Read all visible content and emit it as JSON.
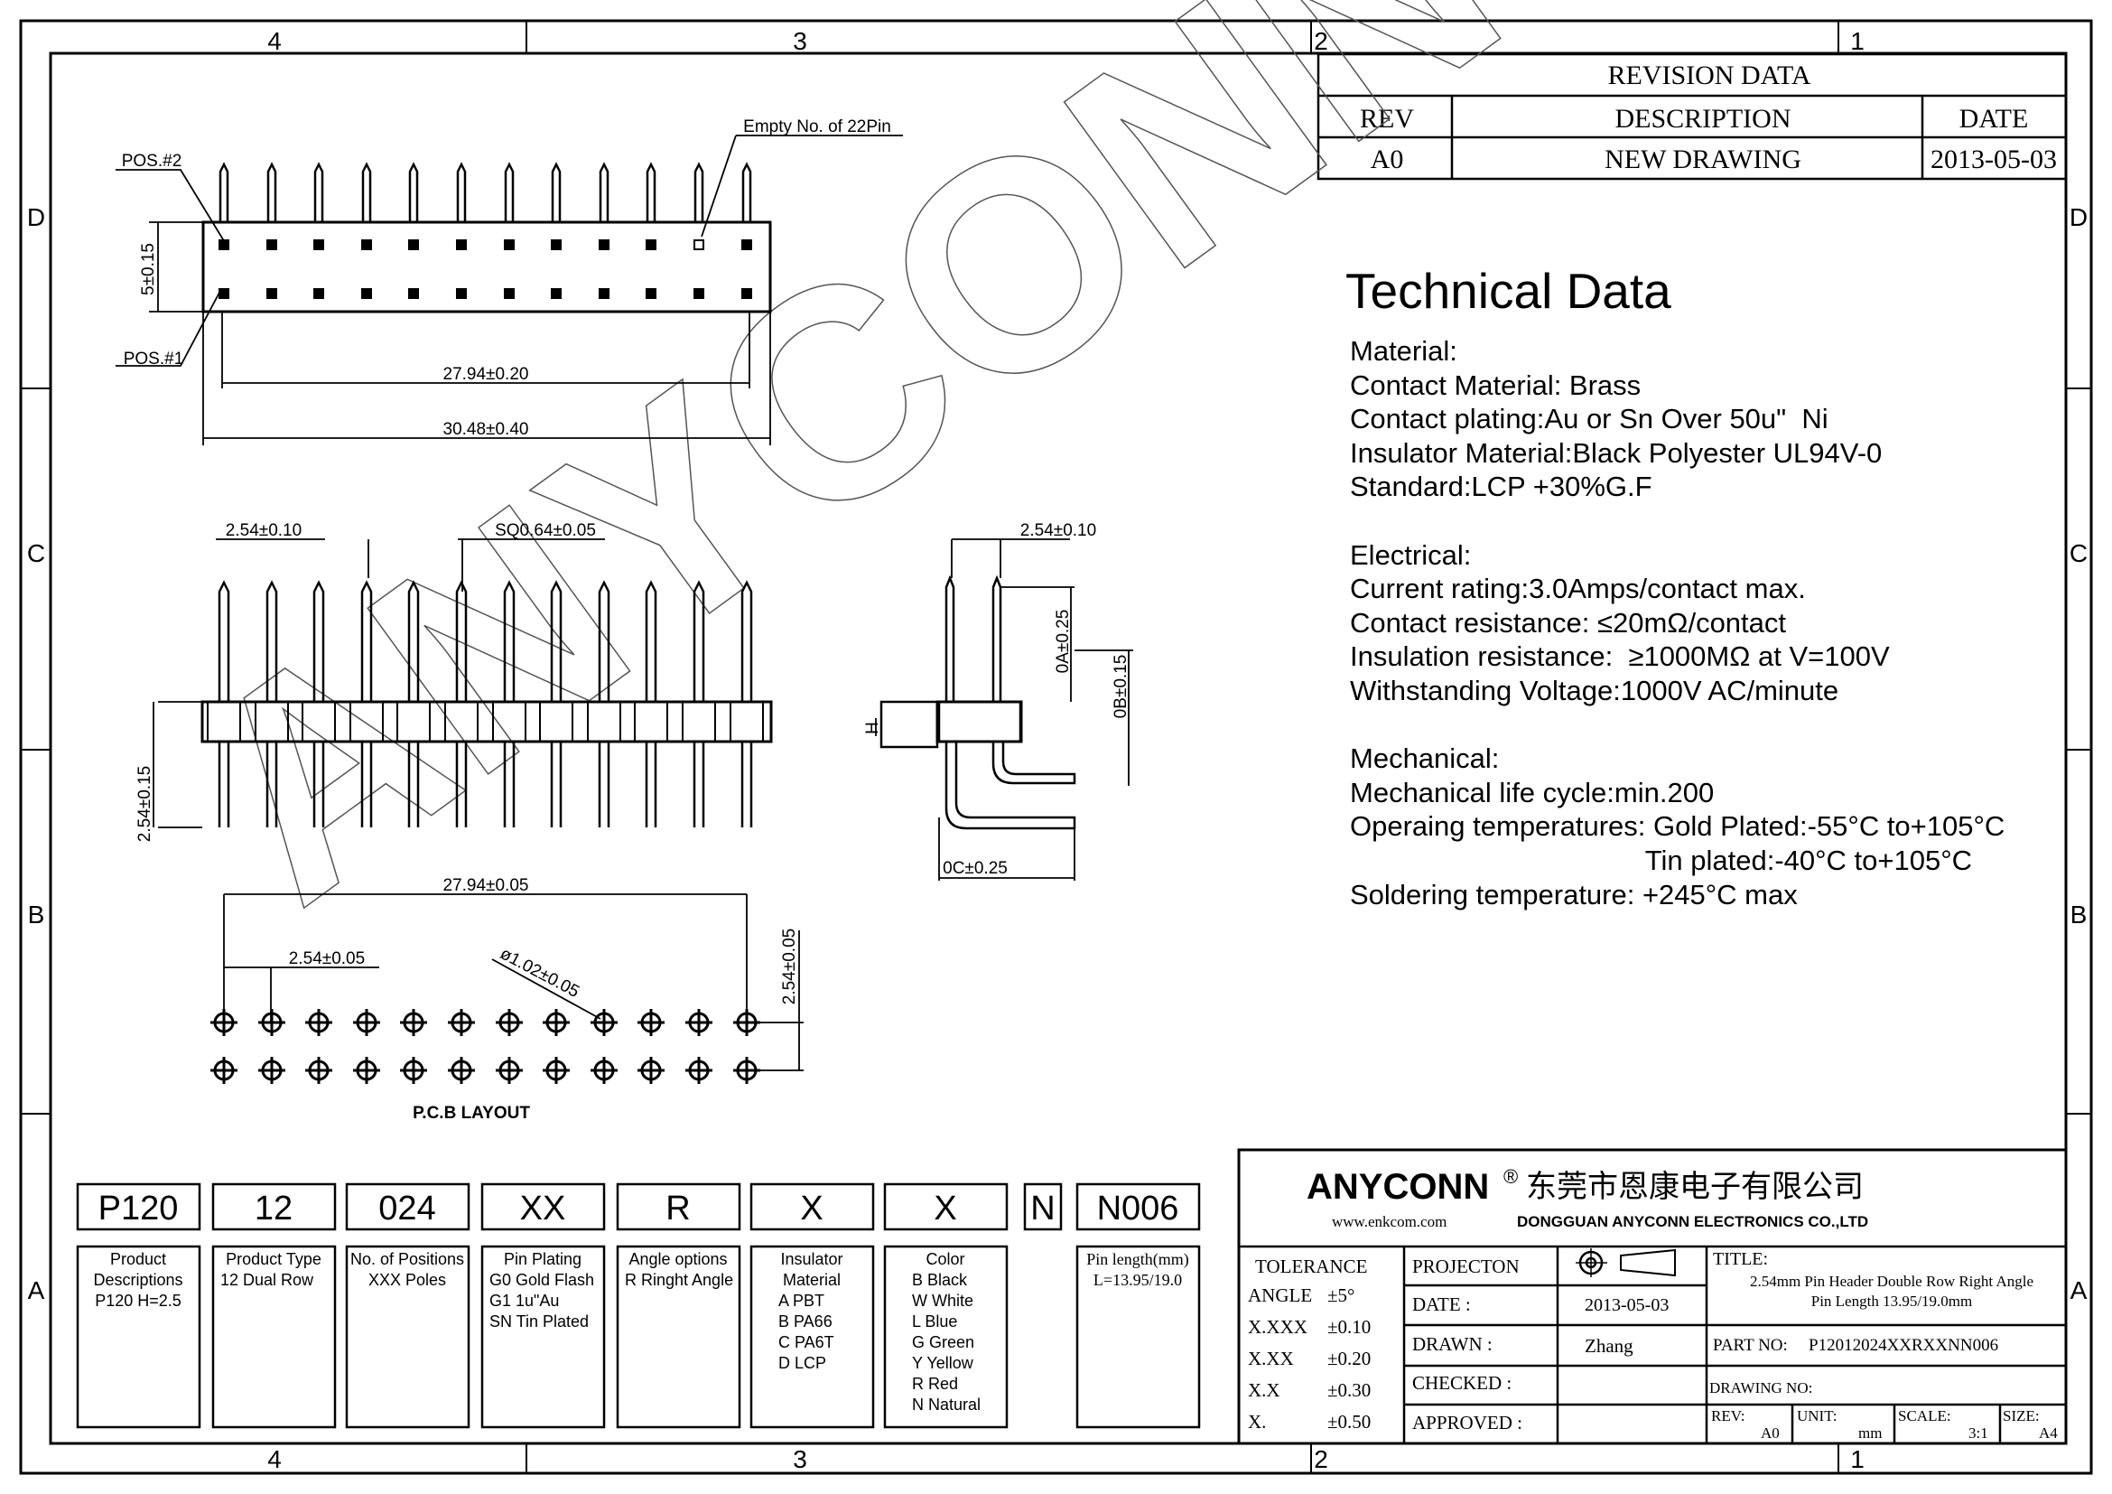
{
  "frame": {
    "zones_top": [
      "4",
      "3",
      "2",
      "1"
    ],
    "zones_bottom": [
      "4",
      "3",
      "2",
      "1"
    ],
    "rows_left": [
      "D",
      "C",
      "B",
      "A"
    ],
    "rows_right": [
      "D",
      "C",
      "B",
      "A"
    ]
  },
  "revision": {
    "title": "REVISION DATA",
    "headers": [
      "REV",
      "DESCRIPTION",
      "DATE"
    ],
    "row": [
      "A0",
      "NEW DRAWING",
      "2013-05-03"
    ]
  },
  "technical": {
    "title": "Technical Data",
    "lines": [
      "Material:",
      "Contact Material: Brass",
      "Contact plating:Au or Sn Over 50u\"  Ni",
      "Insulator Material:Black Polyester UL94V-0",
      "Standard:LCP +30%G.F",
      "",
      "Electrical:",
      "Current rating:3.0Amps/contact max.",
      "Contact resistance: ≤20mΩ/contact",
      "Insulation resistance:  ≥1000MΩ at V=100V",
      "Withstanding Voltage:1000V AC/minute",
      "",
      "Mechanical:",
      "Mechanical life cycle:min.200",
      "Operaing temperatures: Gold Plated:-55°C to+105°C",
      "                                      Tin plated:-40°C to+105°C",
      "Soldering temperature: +245°C max"
    ]
  },
  "watermark": "ANYCONN",
  "drawing": {
    "top_view": {
      "pos2": "POS.#2",
      "pos1": "POS.#1",
      "empty_note": "Empty No. of 22Pin",
      "dim_height": "5±0.15",
      "dim_inner": "27.94±0.20",
      "dim_outer": "30.48±0.40"
    },
    "front_view": {
      "pitch": "2.54±0.10",
      "pin_size": "SQ0.64±0.05",
      "dim_height": "2.54±0.15"
    },
    "side_view": {
      "pitch": "2.54±0.10",
      "dim_a": "0A±0.25",
      "dim_b": "0B±0.15",
      "dim_c": "0C±0.25",
      "h_label": "H"
    },
    "pcb": {
      "dim_total": "27.94±0.05",
      "dim_pitch": "2.54±0.05",
      "dim_row": "2.54±0.05",
      "hole": "ø1.02±0.05",
      "caption": "P.C.B  LAYOUT"
    }
  },
  "part_code": {
    "boxes": [
      "P120",
      "12",
      "024",
      "XX",
      "R",
      "X",
      "X",
      "N",
      "N006"
    ],
    "descriptions": [
      [
        "Product",
        "Descriptions",
        "P120  H=2.5"
      ],
      [
        "Product Type",
        "12  Dual  Row"
      ],
      [
        "No. of Positions",
        "XXX Poles"
      ],
      [
        "Pin Plating",
        "G0  Gold Flash",
        "G1  1u\"Au",
        "SN Tin  Plated"
      ],
      [
        "Angle options",
        "R  Ringht Angle"
      ],
      [
        "Insulator",
        "Material",
        "A    PBT",
        "B    PA66",
        "C    PA6T",
        "D    LCP"
      ],
      [
        "Color",
        "B    Black",
        "W   White",
        "L    Blue",
        "G   Green",
        "Y   Yellow",
        "R   Red",
        "N   Natural"
      ],
      [],
      [
        "Pin length(mm)",
        "L=13.95/19.0"
      ]
    ]
  },
  "title_block": {
    "company": "ANYCONN",
    "reg": "®",
    "company_cn": "东莞市恩康电子有限公司",
    "website": "www.enkcom.com",
    "company_en": "DONGGUAN  ANYCONN  ELECTRONICS CO.,LTD",
    "tolerance_title": "TOLERANCE",
    "tolerances": [
      [
        "ANGLE",
        "±5°"
      ],
      [
        "X.XXX",
        "±0.10"
      ],
      [
        "X.XX",
        "±0.20"
      ],
      [
        "X.X",
        "±0.30"
      ],
      [
        "X.",
        "±0.50"
      ]
    ],
    "projection": "PROJECTON",
    "date_label": "DATE :",
    "date": "2013-05-03",
    "drawn_label": "DRAWN :",
    "drawn": "Zhang",
    "checked_label": "CHECKED :",
    "approved_label": "APPROVED :",
    "title_label": "TITLE:",
    "title_line1": "2.54mm Pin Header Double Row Right Angle",
    "title_line2": "Pin Length 13.95/19.0mm",
    "part_label": "PART NO:",
    "part_no": "P12012024XXRXXNN006",
    "drawing_no_label": "DRAWING NO:",
    "rev_label": "REV:",
    "rev": "A0",
    "unit_label": "UNIT:",
    "unit": "mm",
    "scale_label": "SCALE:",
    "scale": "3:1",
    "size_label": "SIZE:",
    "size": "A4"
  }
}
